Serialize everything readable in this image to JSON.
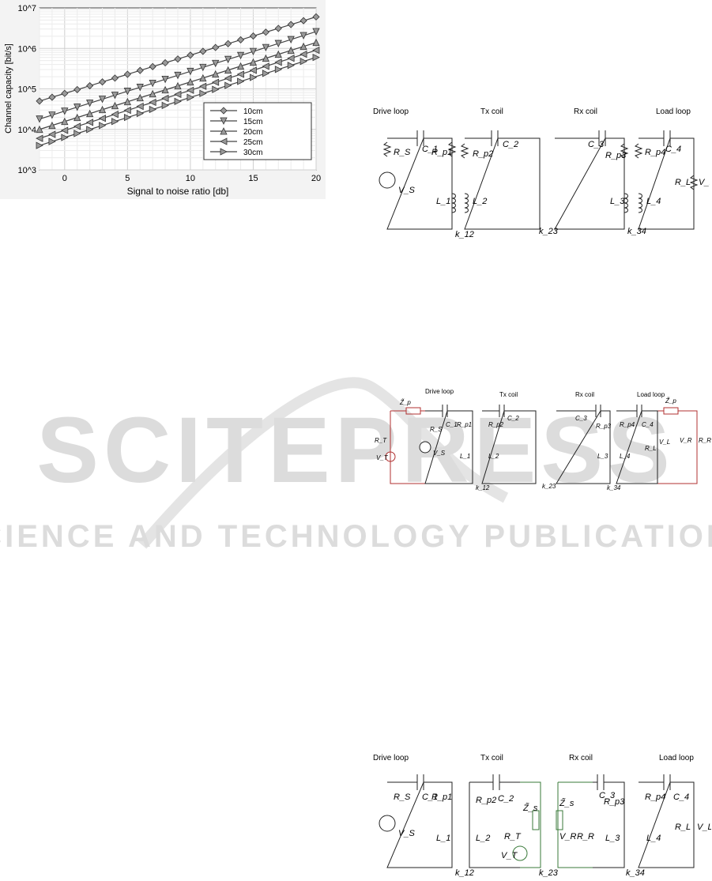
{
  "watermark": {
    "main": "SCITEPRESS",
    "sub": "SCIENCE AND TECHNOLOGY PUBLICATIONS",
    "color": "#d9d9d9"
  },
  "chart_data": {
    "type": "line",
    "xlabel": "Signal to noise ratio [db]",
    "ylabel": "Channel capacity [bit/s]",
    "scale_y": "log",
    "xlim": [
      -2,
      20
    ],
    "ylim": [
      1000,
      10000000
    ],
    "x_ticks": [
      "0",
      "5",
      "10",
      "15",
      "20"
    ],
    "y_ticks": [
      "10^3",
      "10^4",
      "10^5",
      "10^6",
      "10^7"
    ],
    "grid": true,
    "legend_position": "right-center",
    "x": [
      -2,
      -1,
      0,
      1,
      2,
      3,
      4,
      5,
      6,
      7,
      8,
      9,
      10,
      11,
      12,
      13,
      14,
      15,
      16,
      17,
      18,
      19,
      20
    ],
    "series": [
      {
        "name": "10cm",
        "marker": "diamond",
        "start": 50000,
        "end": 6000000
      },
      {
        "name": "15cm",
        "marker": "triangle-down",
        "start": 18000,
        "end": 2600000
      },
      {
        "name": "20cm",
        "marker": "triangle-up",
        "start": 10000,
        "end": 1400000
      },
      {
        "name": "25cm",
        "marker": "triangle-left",
        "start": 6000,
        "end": 900000
      },
      {
        "name": "30cm",
        "marker": "triangle-right",
        "start": 4000,
        "end": 600000
      }
    ]
  },
  "diagrams": {
    "top": {
      "headers": {
        "drive": "Drive loop",
        "tx": "Tx coil",
        "rx": "Rx coil",
        "load": "Load loop"
      },
      "labels": {
        "rs": "R_S",
        "vs": "V_S",
        "c1": "C_1",
        "rp1": "R_p1",
        "l1": "L_1",
        "rp2": "R_p2",
        "c2": "C_2",
        "l2": "L_2",
        "c3": "C_3",
        "rp3": "R_p3",
        "l3": "L_3",
        "rp4": "R_p4",
        "c4": "C_4",
        "l4": "L_4",
        "rl": "R_L",
        "vl": "V_L",
        "k12": "k_12",
        "k23": "k_23",
        "k34": "k_34"
      }
    },
    "middle": {
      "headers": {
        "drive": "Drive loop",
        "tx": "Tx coil",
        "rx": "Rx coil",
        "load": "Load loop"
      },
      "labels": {
        "zp_left": "Z̃_p",
        "rt": "R_T",
        "vt": "V_T",
        "rs": "R_S",
        "vs": "V_S",
        "c1": "C_1",
        "rp1": "R_p1",
        "l1": "L_1",
        "rp2": "R_p2",
        "c2": "C_2",
        "l2": "L_2",
        "c3": "C_3",
        "rp3": "R_p3",
        "l3": "L_3",
        "rp4": "R_p4",
        "c4": "C_4",
        "l4": "L_4",
        "rl": "R_L",
        "vl": "V_L",
        "zp_right": "Z̃_p",
        "vr": "V_R",
        "rr": "R_R",
        "k12": "k_12",
        "k23": "k_23",
        "k34": "k_34"
      },
      "accent": "#b03030"
    },
    "bottom": {
      "headers": {
        "drive": "Drive loop",
        "tx": "Tx coil",
        "rx": "Rx coil",
        "load": "Load loop"
      },
      "labels": {
        "rs": "R_S",
        "vs": "V_S",
        "c1": "C_1",
        "rp1": "R_p1",
        "l1": "L_1",
        "c2": "C_2",
        "rp2": "R_p2",
        "l2": "L_2",
        "zs_left": "Z̃_s",
        "rt": "R_T",
        "vt": "V_T",
        "zs_right": "Z̃_s",
        "vr": "V_R",
        "rr": "R_R",
        "c3": "C_3",
        "rp3": "R_p3",
        "l3": "L_3",
        "rp4": "R_p4",
        "c4": "C_4",
        "l4": "L_4",
        "rl": "R_L",
        "vl": "V_L",
        "k12": "k_12",
        "k23": "k_23",
        "k34": "k_34"
      },
      "accent": "#3a7a3a"
    }
  }
}
